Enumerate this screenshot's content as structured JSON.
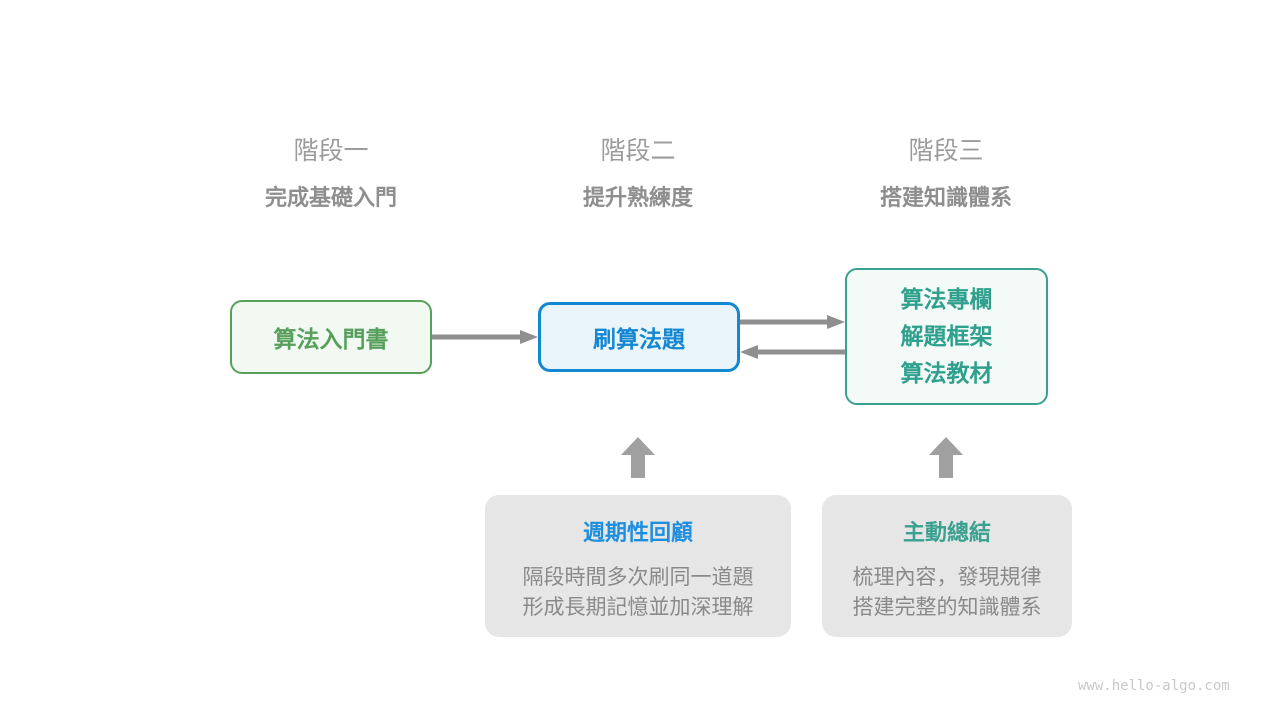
{
  "page": {
    "watermark": "www.hello-algo.com",
    "background_color": "#ffffff"
  },
  "colors": {
    "green_accent": "#57a05c",
    "green_fill": "#f2f8f2",
    "blue_accent": "#1487d2",
    "blue_fill": "#eaf4fb",
    "teal_accent": "#3aa08f",
    "teal_fill": "#f3faf7",
    "note_fill": "#e6e6e6",
    "note_title_blue": "#1e8fde",
    "note_title_teal": "#3aa08f",
    "arrow_gray": "#8f8f8f",
    "block_arrow_gray": "#a0a0a0",
    "header_gray": "#9c9c9c",
    "subtitle_gray": "#8e8e8e",
    "body_gray": "#8a8a8a",
    "watermark_gray": "#c8c8c8"
  },
  "stages": [
    {
      "label": "階段一",
      "subtitle": "完成基礎入門"
    },
    {
      "label": "階段二",
      "subtitle": "提升熟練度"
    },
    {
      "label": "階段三",
      "subtitle": "搭建知識體系"
    }
  ],
  "nodes": {
    "intro_book": {
      "label": "算法入門書"
    },
    "practice": {
      "label": "刷算法題"
    },
    "resources": {
      "lines": [
        "算法專欄",
        "解題框架",
        "算法教材"
      ]
    }
  },
  "notes": [
    {
      "title": "週期性回顧",
      "lines": [
        "隔段時間多次刷同一道題",
        "形成長期記憶並加深理解"
      ]
    },
    {
      "title": "主動總結",
      "lines": [
        "梳理內容，發現規律",
        "搭建完整的知識體系"
      ]
    }
  ],
  "icons": {
    "arrow_right": "arrow pointing right",
    "arrow_left": "arrow pointing left",
    "arrow_up": "block arrow pointing up"
  }
}
